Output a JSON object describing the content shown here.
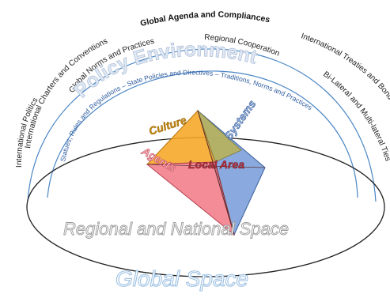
{
  "outer_labels": {
    "top_center": "Global Agenda and Compliances",
    "left_1": "International Charters and Conventions",
    "left_2": "International Politics",
    "inner_left": "Global Norms and Practices",
    "inner_center": "Regional Cooperation",
    "right_1": "International Treaties and Bonds",
    "right_2": "Bi-Lateral and Multi-lateral Ties"
  },
  "policy_environment": "Policy Environment",
  "statues_text": "Statues, Rules and Regulations – State Policies and Directives – Traditions, Norms and Practices",
  "pyramid": {
    "culture": "Culture",
    "agents": "Agents",
    "systems": "Systems",
    "local_area": "Local Area"
  },
  "regional_space": "Regional and National Space",
  "global_space": "Global Space",
  "colors": {
    "culture_face": "#f5a623",
    "agents_face": "#f06b7a",
    "systems_face": "#6f96d8",
    "culture_systems_overlap": "#b8b05a",
    "arc_blue": "#4a86c5"
  }
}
